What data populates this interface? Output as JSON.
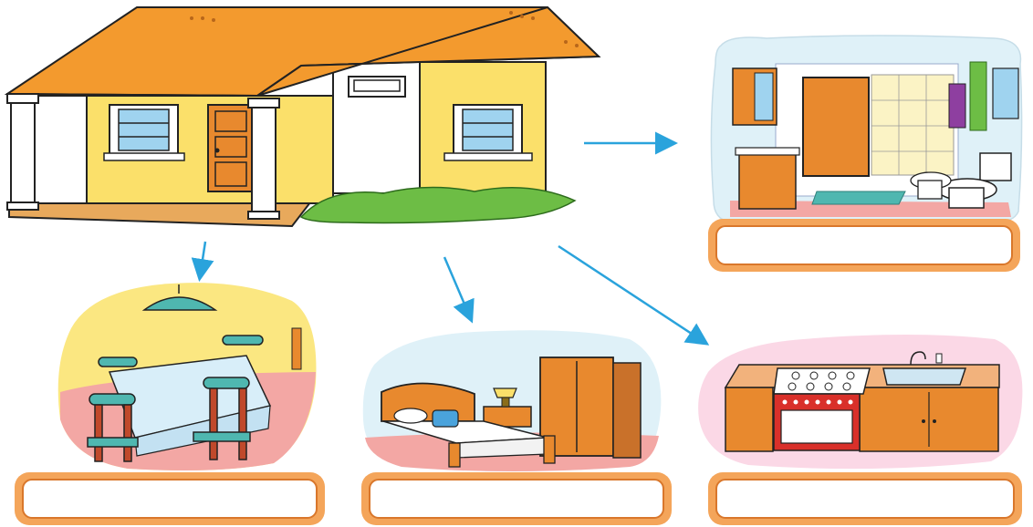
{
  "colors": {
    "roof": "#f39a2e",
    "wall": "#fbe06a",
    "door": "#e8892e",
    "grass": "#6dbd45",
    "arrow": "#2aa3dc",
    "label_frame": "#f4a55a",
    "bathroom_bg": "#dff1f8",
    "dining_bg": "#fbe781",
    "dining_floor": "#f3a7a4",
    "bedroom_bg": "#dff1f8",
    "kitchen_bg": "#fbd8e6"
  },
  "scenes": [
    {
      "name": "house"
    },
    {
      "name": "bathroom"
    },
    {
      "name": "dining-room"
    },
    {
      "name": "bedroom"
    },
    {
      "name": "kitchen"
    }
  ],
  "answer_boxes": {
    "bathroom": "",
    "dining_room": "",
    "bedroom": "",
    "kitchen": ""
  }
}
